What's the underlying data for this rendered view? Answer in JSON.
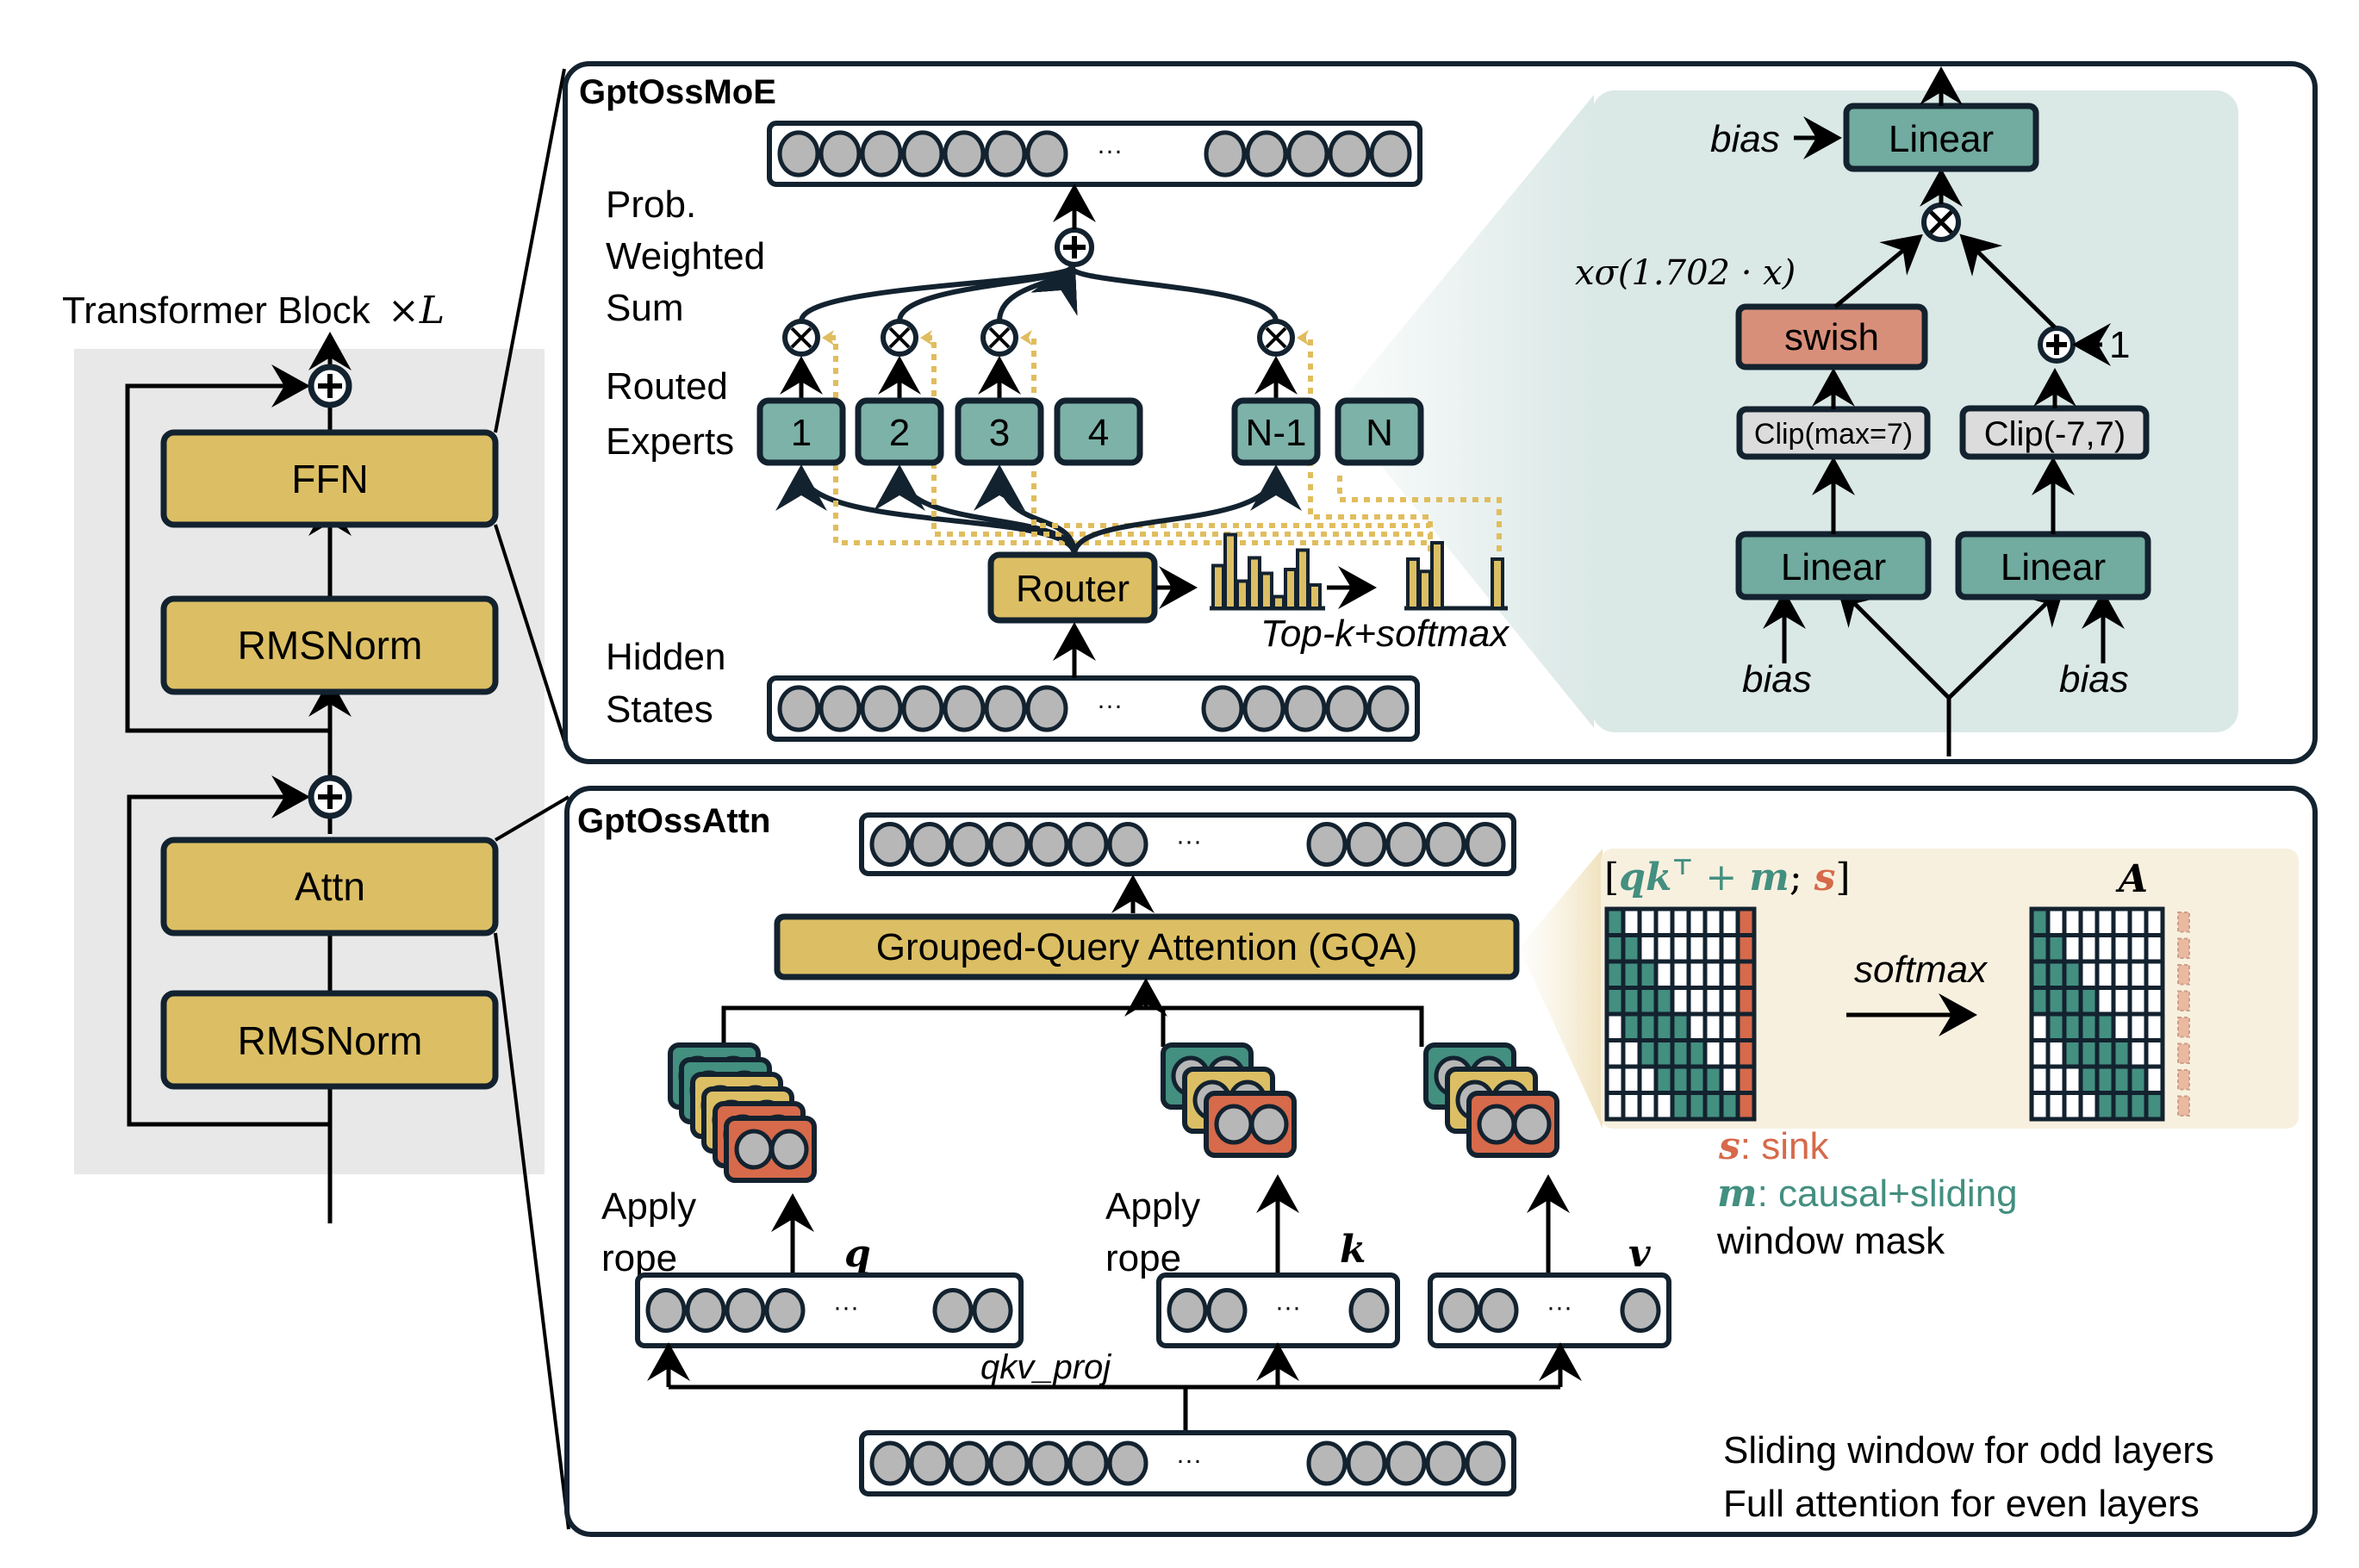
{
  "colors": {
    "gold": "#dcbf64",
    "teal": "#7db2a8",
    "teal_dark": "#438f80",
    "orange": "#d66a4b",
    "swish": "#d88f7a",
    "clip_gray": "#dcdcdc",
    "token_gray": "#b7b7b7",
    "outline": "#13222f",
    "block_bg": "#e8e8e8",
    "expert_panel_bg": "#dae8e6",
    "attn_panel_bg": "#f8f0df",
    "sink_faded": "#ebb8a0"
  },
  "transformer_block": {
    "title": "Transformer Block",
    "repeat": "×L",
    "ffn": "FFN",
    "norm_top": "RMSNorm",
    "attn": "Attn",
    "norm_bottom": "RMSNorm"
  },
  "moe": {
    "title": "GptOssMoE",
    "prob_label": [
      "Prob.",
      "Weighted",
      "Sum"
    ],
    "routed_label": [
      "Routed",
      "Experts"
    ],
    "hidden_label": [
      "Hidden",
      "States"
    ],
    "experts": [
      "1",
      "2",
      "3",
      "4",
      "N-1",
      "N"
    ],
    "selected_experts": [
      "1",
      "2",
      "3",
      "N-1"
    ],
    "router": "Router",
    "topk_label": "Top-k+softmax",
    "router_logits": [
      0.55,
      0.95,
      0.35,
      0.65,
      0.45,
      0.15,
      0.5,
      0.75,
      0.3
    ],
    "topk_values": [
      0.6,
      0.45,
      0.8,
      0.0,
      0.0,
      0.0,
      0.0,
      0.6
    ],
    "token_ellipsis": "···",
    "expert_detail": {
      "out_linear": "Linear",
      "out_bias": "bias",
      "swish": "swish",
      "swish_formula": "xσ(1.702 · x)",
      "clip_left": "Clip(max=7)",
      "clip_right": "Clip(-7,7)",
      "plus_one": "1",
      "linear_left": "Linear",
      "linear_right": "Linear",
      "bias_left": "bias",
      "bias_right": "bias"
    }
  },
  "attn": {
    "title": "GptOssAttn",
    "gqa": "Grouped-Query Attention (GQA)",
    "apply_rope_q": [
      "Apply",
      "rope"
    ],
    "apply_rope_k": [
      "Apply",
      "rope"
    ],
    "q": "q",
    "k": "k",
    "v": "v",
    "qkv_proj": "qkv_proj",
    "token_ellipsis": "···",
    "matrix_title_parts": [
      "[",
      "qk",
      "⊤",
      " + ",
      "m",
      "; ",
      "s",
      "]"
    ],
    "softmax": "softmax",
    "output_matrix_title": "A",
    "mask_size": 8,
    "window": 4,
    "legend_sink_sym": "s",
    "legend_sink": ": sink",
    "legend_mask_sym": "m",
    "legend_mask_1": ": causal+sliding",
    "legend_mask_2": "window mask",
    "note_1": "Sliding window for odd layers",
    "note_2": "Full attention for even layers"
  }
}
